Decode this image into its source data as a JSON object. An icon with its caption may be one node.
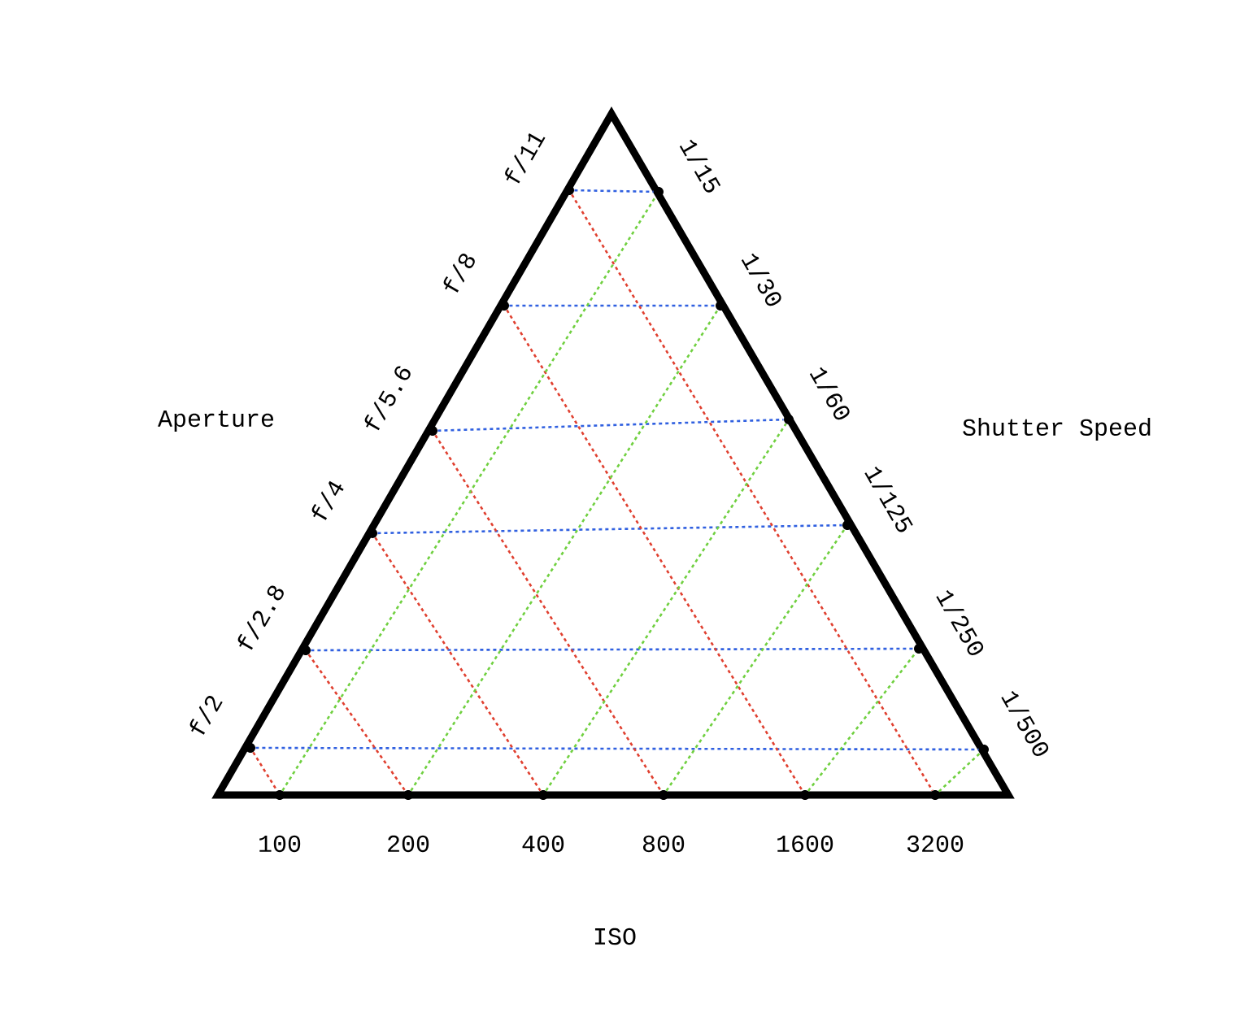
{
  "diagram": {
    "nodes": [
      {
        "text": [
          "f/11"
        ]
      },
      {
        "text": [
          "f/8"
        ]
      },
      {
        "text": [
          "f/5.6"
        ]
      },
      {
        "text": [
          "f/4"
        ]
      },
      {
        "text": [
          "f/2.8"
        ]
      },
      {
        "text": [
          "f/2"
        ]
      },
      {
        "text": [
          "1/15"
        ]
      },
      {
        "text": [
          "1/30"
        ]
      },
      {
        "text": [
          "1/60"
        ]
      },
      {
        "text": [
          "1/125"
        ]
      },
      {
        "text": [
          "1/250"
        ]
      },
      {
        "text": [
          "1/500"
        ]
      },
      {
        "text": [
          "100"
        ]
      },
      {
        "text": [
          "200"
        ]
      },
      {
        "text": [
          "400"
        ]
      },
      {
        "text": [
          "800"
        ]
      },
      {
        "text": [
          "1600"
        ]
      },
      {
        "text": [
          "3200"
        ]
      }
    ],
    "edges": [
      {
        "from": 0,
        "to": 6,
        "arrow": "none",
        "style": "dashed",
        "color": "#3060e0"
      },
      {
        "from": 1,
        "to": 7,
        "arrow": "none",
        "style": "dashed",
        "color": "#3060e0"
      },
      {
        "from": 2,
        "to": 8,
        "arrow": "none",
        "style": "dashed",
        "color": "#3060e0"
      },
      {
        "from": 3,
        "to": 9,
        "arrow": "none",
        "style": "dashed",
        "color": "#3060e0"
      },
      {
        "from": 4,
        "to": 10,
        "arrow": "none",
        "style": "dashed",
        "color": "#3060e0"
      },
      {
        "from": 5,
        "to": 11,
        "arrow": "none",
        "style": "dashed",
        "color": "#3060e0"
      },
      {
        "from": 0,
        "to": 17,
        "arrow": "none",
        "style": "dashed",
        "color": "#e04030"
      },
      {
        "from": 1,
        "to": 16,
        "arrow": "none",
        "style": "dashed",
        "color": "#e04030"
      },
      {
        "from": 2,
        "to": 15,
        "arrow": "none",
        "style": "dashed",
        "color": "#e04030"
      },
      {
        "from": 3,
        "to": 14,
        "arrow": "none",
        "style": "dashed",
        "color": "#e04030"
      },
      {
        "from": 4,
        "to": 13,
        "arrow": "none",
        "style": "dashed",
        "color": "#e04030"
      },
      {
        "from": 5,
        "to": 12,
        "arrow": "none",
        "style": "dashed",
        "color": "#e04030"
      },
      {
        "from": 12,
        "to": 6,
        "arrow": "none",
        "style": "dashed",
        "color": "#70d040"
      },
      {
        "from": 13,
        "to": 7,
        "arrow": "none",
        "style": "dashed",
        "color": "#70d040"
      },
      {
        "from": 14,
        "to": 8,
        "arrow": "none",
        "style": "dashed",
        "color": "#70d040"
      },
      {
        "from": 15,
        "to": 9,
        "arrow": "none",
        "style": "dashed",
        "color": "#70d040"
      },
      {
        "from": 16,
        "to": 10,
        "arrow": "none",
        "style": "dashed",
        "color": "#70d040"
      },
      {
        "from": 17,
        "to": 11,
        "arrow": "none",
        "style": "dashed",
        "color": "#70d040"
      }
    ],
    "labels": [
      "Aperture",
      "Shutter Speed",
      "ISO"
    ]
  }
}
